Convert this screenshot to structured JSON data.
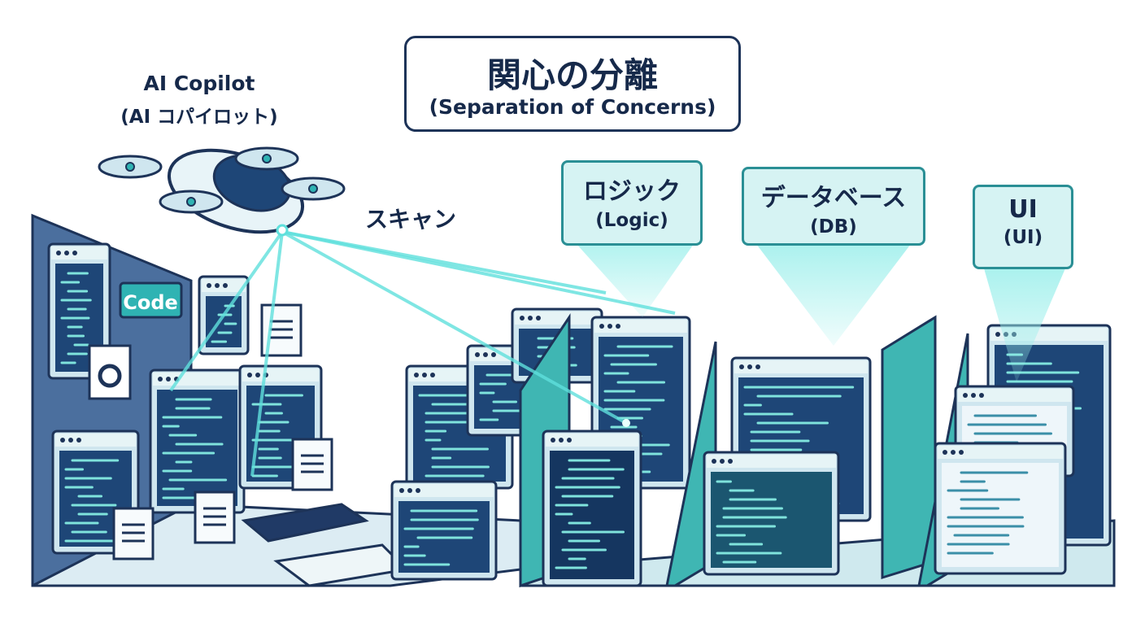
{
  "title": {
    "main": "関心の分離",
    "sub": "(Separation of Concerns)"
  },
  "copilot": {
    "name": "AI Copilot",
    "name_ja": "(AI コパイロット)"
  },
  "scan_label": "スキャン",
  "code_tag": "Code",
  "categories": [
    {
      "label": "ロジック",
      "sub": "(Logic)"
    },
    {
      "label": "データベース",
      "sub": "(DB)"
    },
    {
      "label": "UI",
      "sub": "(UI)"
    }
  ],
  "colors": {
    "navy": "#1d3358",
    "teal": "#2fb3b3",
    "beam": "#5fe0dc",
    "panel_light": "#d6f3f3"
  }
}
